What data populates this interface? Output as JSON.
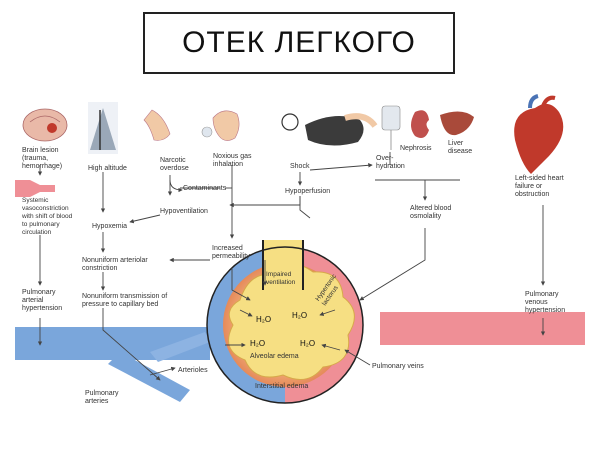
{
  "title": "ОТЕК ЛЕГКОГО",
  "labels": {
    "brain_lesion": [
      "Brain lesion",
      "(trauma,",
      "hemorrhage)"
    ],
    "high_altitude": "High altitude",
    "narcotic_overdose": [
      "Narcotic",
      "overdose"
    ],
    "noxious_gas": [
      "Noxious gas",
      "inhalation"
    ],
    "shock": "Shock",
    "overhydration": [
      "Over-",
      "hydration"
    ],
    "nephrosis": "Nephrosis",
    "liver_disease": [
      "Liver",
      "disease"
    ],
    "contaminants": "Contaminants",
    "hypoperfusion": "Hypoperfusion",
    "systemic_vasoconstriction": [
      "Systemic",
      "vasoconstriction",
      "with shift of blood",
      "to pulmonary",
      "circulation"
    ],
    "hypoventilation": "Hypoventilation",
    "hypoxemia": "Hypoxemia",
    "altered_blood_osmolality": [
      "Altered blood",
      "osmolality"
    ],
    "left_heart_failure": [
      "Left-sided heart",
      "failure or",
      "obstruction"
    ],
    "increased_permeability": [
      "Increased",
      "permeability"
    ],
    "nonuniform_arteriolar": [
      "Nonuniform arteriolar",
      "constriction"
    ],
    "nonuniform_transmission": [
      "Nonuniform transmission of",
      "pressure to capillary bed"
    ],
    "pulmonary_arterial_hypertension": [
      "Pulmonary",
      "arterial",
      "hypertension"
    ],
    "pulmonary_venous_hypertension": [
      "Pulmonary",
      "venous",
      "hypertension"
    ],
    "impaired_ventilation": [
      "Impaired",
      "ventilation"
    ],
    "hypertonic_lactorus": [
      "Hypertonic",
      "lactorus"
    ],
    "alveolar_edema": "Alveolar edema",
    "interstitial_edema": "Interstitial edema",
    "arterioles": "Arterioles",
    "pulmonary_arteries": [
      "Pulmonary",
      "arteries"
    ],
    "pulmonary_veins": "Pulmonary veins",
    "water": "H₂O"
  },
  "colors": {
    "arterial_blue": "#6f9fd6",
    "venous_red": "#ec8c92",
    "alveolus_yellow": "#f6df83",
    "alveolus_ring": "#e9a25a",
    "outline": "#222222"
  }
}
